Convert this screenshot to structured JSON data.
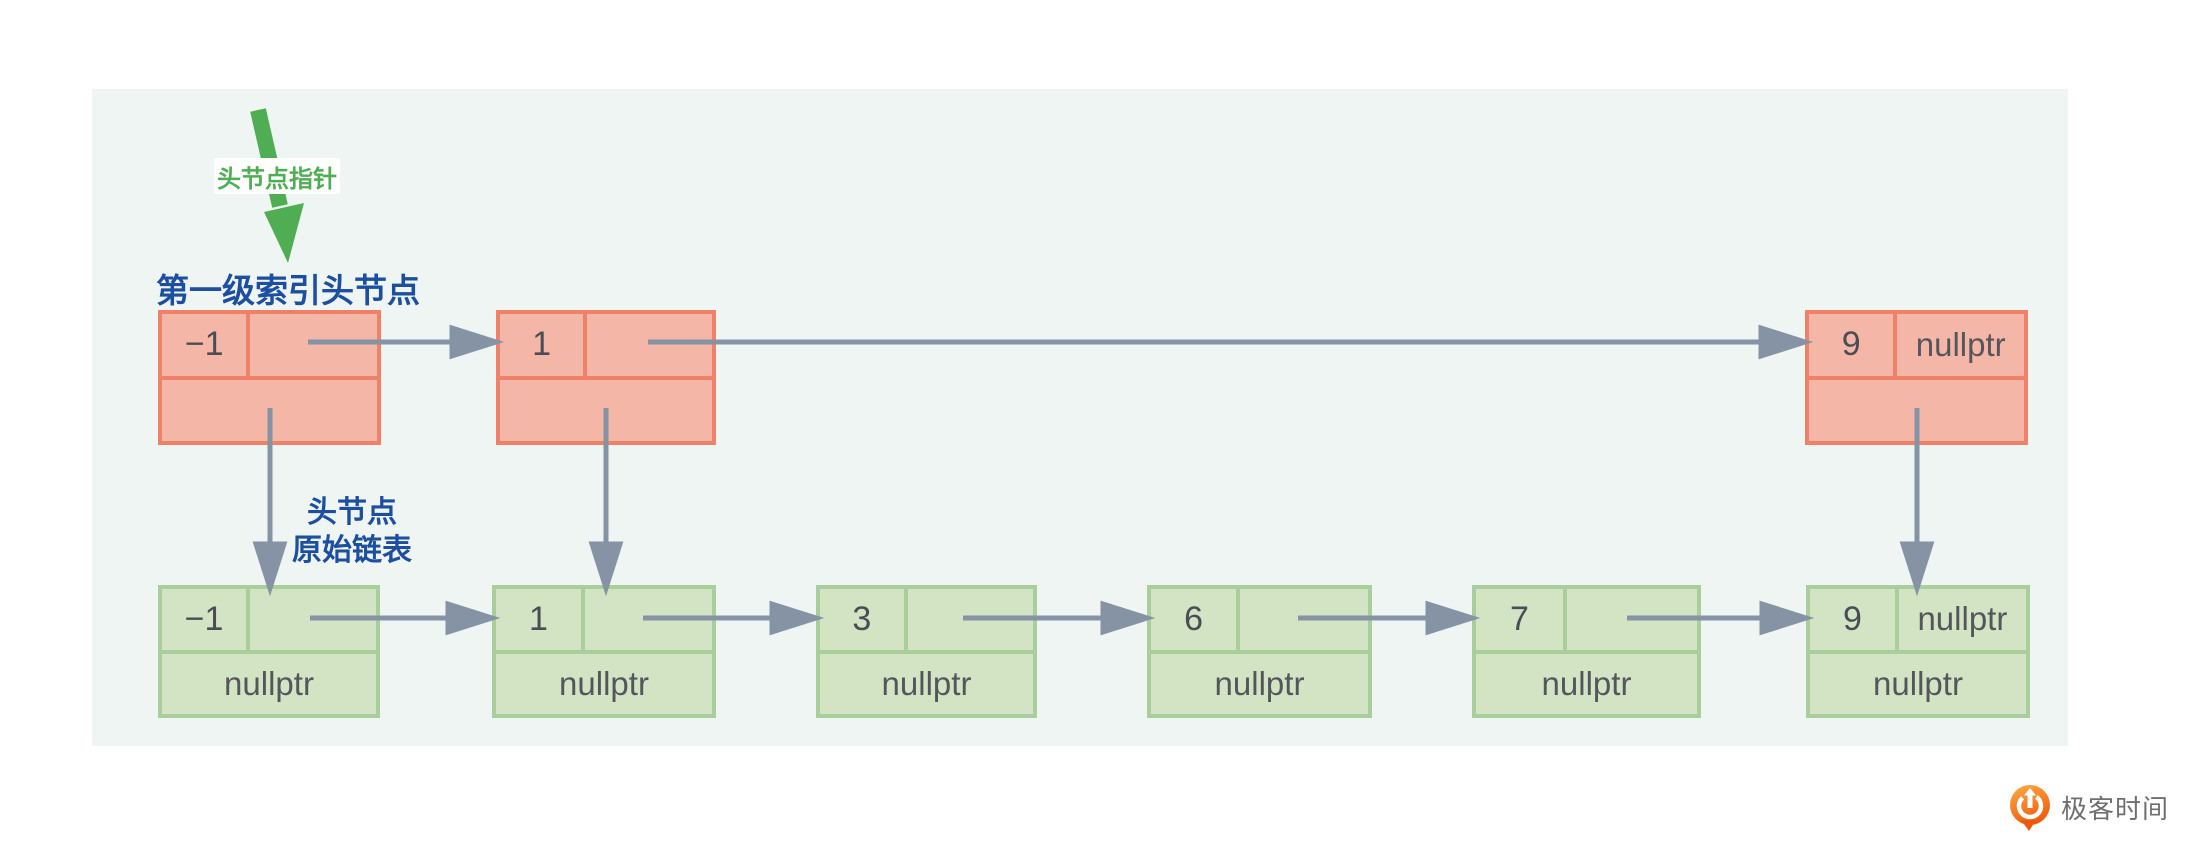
{
  "diagram": {
    "labels": {
      "head_pointer": "头节点指针",
      "level1_index_head": "第一级索引头节点",
      "original_list_line1": "头节点",
      "original_list_line2": "原始链表"
    },
    "index_level_nodes": [
      {
        "value": "−1",
        "next_text": "",
        "down_text": ""
      },
      {
        "value": "1",
        "next_text": "",
        "down_text": ""
      },
      {
        "value": "9",
        "next_text": "nullptr",
        "down_text": ""
      }
    ],
    "original_list_nodes": [
      {
        "value": "−1",
        "next_text": "",
        "down_text": "nullptr"
      },
      {
        "value": "1",
        "next_text": "",
        "down_text": "nullptr"
      },
      {
        "value": "3",
        "next_text": "",
        "down_text": "nullptr"
      },
      {
        "value": "6",
        "next_text": "",
        "down_text": "nullptr"
      },
      {
        "value": "7",
        "next_text": "",
        "down_text": "nullptr"
      },
      {
        "value": "9",
        "next_text": "nullptr",
        "down_text": "nullptr"
      }
    ],
    "colors": {
      "panel_background": "#eef5f3",
      "index_node_fill": "#f4b7a7",
      "index_node_border": "#ee8168",
      "list_node_fill": "#d2e4c4",
      "list_node_border": "#a9cd9b",
      "arrow": "#8593a4",
      "pointer_label_green": "#4fae53",
      "label_blue": "#1d4fa0"
    }
  },
  "footer": {
    "brand": "极客时间",
    "brand_color": "#f0570a"
  }
}
